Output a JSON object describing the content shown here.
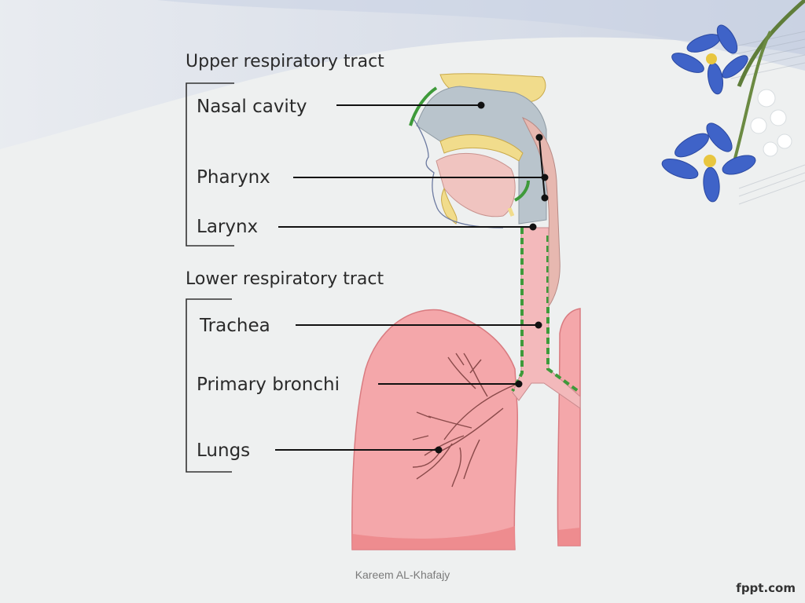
{
  "slide": {
    "upper_heading": "Upper respiratory tract",
    "upper_items": [
      "Nasal cavity",
      "Pharynx",
      "Larynx"
    ],
    "lower_heading": "Lower respiratory tract",
    "lower_items": [
      "Trachea",
      "Primary bronchi",
      "Lungs"
    ],
    "footer": "Kareem AL-Khafajy",
    "brand": "fppt.com"
  },
  "colors": {
    "background": "#eef0f0",
    "swoosh": "#d2d9e6",
    "lung": "#f4a7aa",
    "lung_dark": "#ec878b",
    "mucosa_green": "#3e9a3a",
    "bone_yellow": "#f1dc8c",
    "airway_grey": "#b9c4cc",
    "flower_blue": "#3f63c8"
  },
  "icons": [
    "flower-decoration"
  ]
}
